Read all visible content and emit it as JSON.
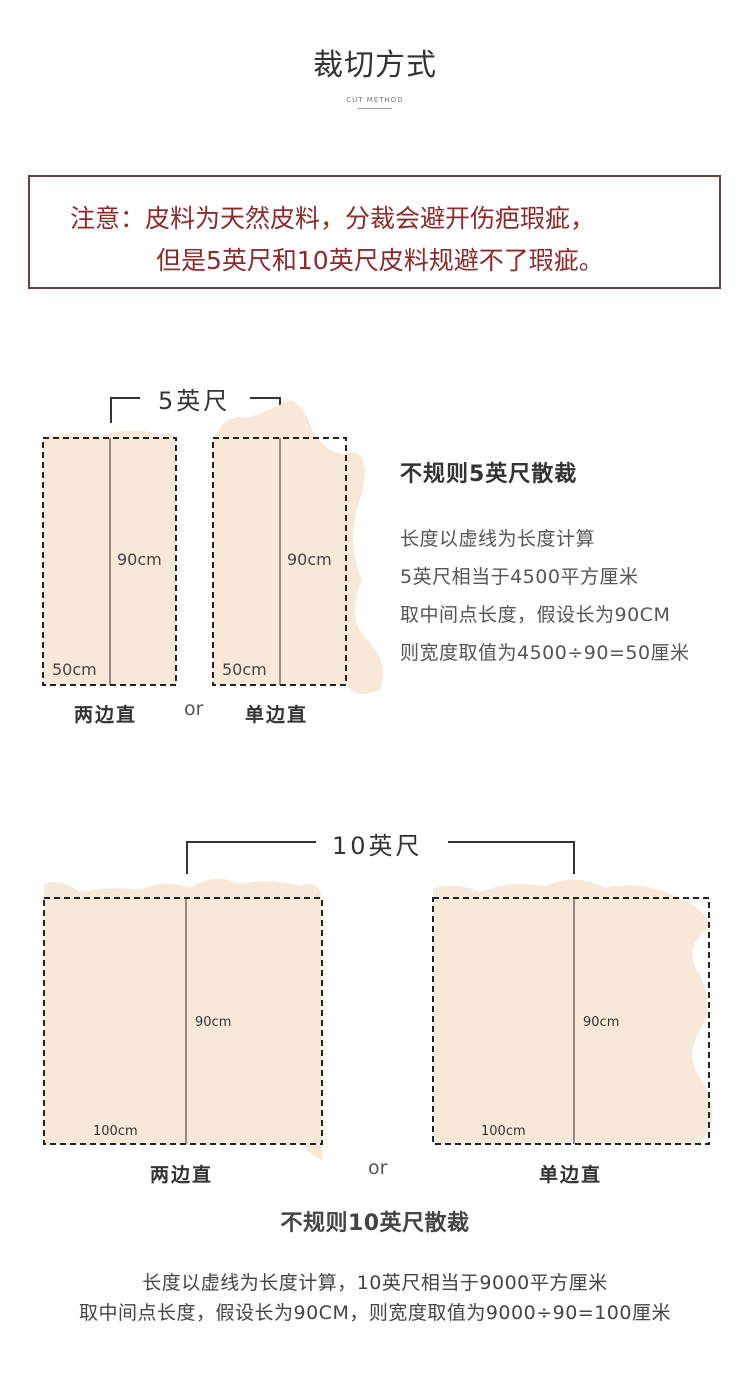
{
  "header": {
    "title": "裁切方式",
    "subtitle": "CUT METHOD"
  },
  "notice": {
    "line1": "注意：皮料为天然皮料，分裁会避开伤疤瑕疵，",
    "line2": "但是5英尺和10英尺皮料规避不了瑕疵。"
  },
  "five_ft": {
    "size_label": "5英尺",
    "left": {
      "height_label": "90cm",
      "width_label": "50cm",
      "caption": "两边直"
    },
    "or": "or",
    "right": {
      "height_label": "90cm",
      "width_label": "50cm",
      "caption": "单边直"
    },
    "heading": "不规则5英尺散裁",
    "lines": [
      "长度以虚线为长度计算",
      "5英尺相当于4500平方厘米",
      "取中间点长度，假设长为90CM",
      "则宽度取值为4500÷90=50厘米"
    ]
  },
  "ten_ft": {
    "size_label": "10英尺",
    "left": {
      "height_label": "90cm",
      "width_label": "100cm",
      "caption": "两边直"
    },
    "or": "or",
    "right": {
      "height_label": "90cm",
      "width_label": "100cm",
      "caption": "单边直"
    },
    "heading": "不规则10英尺散裁",
    "lines": [
      "长度以虚线为长度计算，10英尺相当于9000平方厘米",
      "取中间点长度，假设长为90CM，则宽度取值为9000÷90=100厘米"
    ]
  },
  "colors": {
    "leather": "#f8e8d8",
    "notice_border": "#6b3f3f",
    "notice_text": "#8e2a2a"
  }
}
